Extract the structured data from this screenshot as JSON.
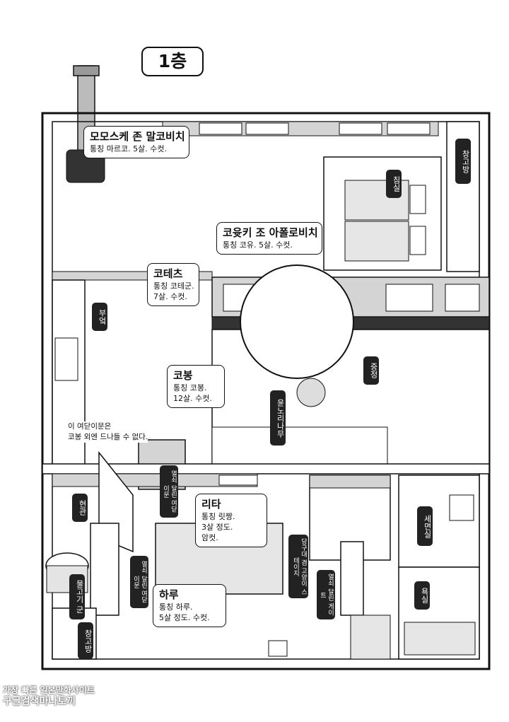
{
  "floor": {
    "title": "1층"
  },
  "cats": {
    "momosuke": {
      "name": "모모스케 존 말코비치",
      "info": "통칭 마르코. 5살. 수컷."
    },
    "koyuki": {
      "name": "코윳키 조 아폴로비치",
      "info": "통칭 코유. 5살. 수컷."
    },
    "kotetsu": {
      "name": "코테츠",
      "info": "통칭 코테군.",
      "info2": "7살. 수컷."
    },
    "kobong": {
      "name": "코봉",
      "info": "통칭 코봉.",
      "info2": "12살. 수컷."
    },
    "rita": {
      "name": "리타",
      "info": "통칭 릿짱.",
      "info2": "3살 정도.",
      "info3": "암컷."
    },
    "haru": {
      "name": "하루",
      "info": "통칭 하루.",
      "info2": "5살 정도. 수컷."
    }
  },
  "rooms": {
    "storage_top": "창고방",
    "bedroom": "침실",
    "kitchen": "부엌",
    "courtyard": "중정",
    "tree": "윤노리나무",
    "entrance": "현관",
    "fish": "물고기 군",
    "storage_bottom": "창고방",
    "washroom": "세면실",
    "bathroom": "욕실",
    "open_door_1": "열쇠 달린 여닫이문",
    "open_door_2": "열쇠 달린 여닫이문",
    "stairs_cat": "당구대 겸 고양이 스테이지",
    "gate": "열쇠 달린 게이트"
  },
  "notes": {
    "kitchen_door": "이 여닫이문은\n코봉 외엔 드나들 수 없다."
  },
  "watermark": {
    "line1": "가장 빠른 일본만화사이트",
    "line2": "구글검색마나토끼"
  },
  "colors": {
    "ink": "#111111",
    "wall_fill": "#d4d4d4",
    "dark_band": "#333333"
  }
}
